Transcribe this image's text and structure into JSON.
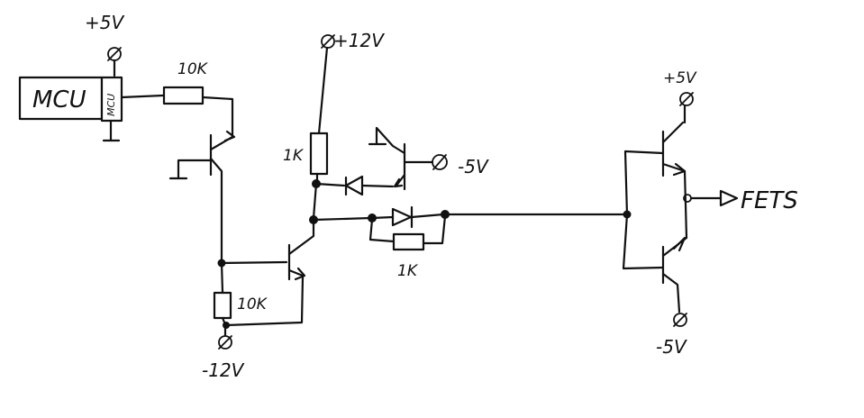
{
  "labels": {
    "vcc5_top": "+5V",
    "mcu_box": "MCU",
    "mcu_pin": "MCU",
    "r_mcu": "10K",
    "vcc12": "+12V",
    "r_pullup": "1K",
    "vneg5_mid": "-5V",
    "r_feedback": "1K",
    "r_base": "10K",
    "vneg12": "-12V",
    "vcc5_right": "+5V",
    "vneg5_right": "-5V",
    "output": "FETS"
  }
}
